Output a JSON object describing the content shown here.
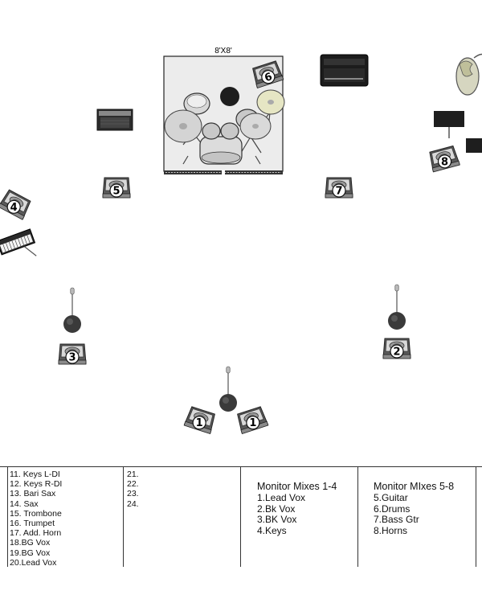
{
  "stage": {
    "riser_label": "8'X8'",
    "monitors": [
      {
        "id": "mon-1a",
        "number": "1"
      },
      {
        "id": "mon-1b",
        "number": "1"
      },
      {
        "id": "mon-2",
        "number": "2"
      },
      {
        "id": "mon-3",
        "number": "3"
      },
      {
        "id": "mon-4",
        "number": "4"
      },
      {
        "id": "mon-5",
        "number": "5"
      },
      {
        "id": "mon-6",
        "number": "6"
      },
      {
        "id": "mon-7",
        "number": "7"
      },
      {
        "id": "mon-8",
        "number": "8"
      }
    ]
  },
  "channels": {
    "col1": [
      "11. Keys L-DI",
      "12. Keys R-DI",
      "13. Bari Sax",
      "14. Sax",
      "15. Trombone",
      "16. Trumpet",
      "17. Add. Horn",
      "18.BG Vox",
      "19.BG Vox",
      "20.Lead Vox"
    ],
    "col2": [
      "21.",
      "22.",
      "23.",
      "24."
    ]
  },
  "monitor_mixes_a": {
    "title": "Monitor Mixes 1-4",
    "items": [
      "1.Lead Vox",
      "2.Bk Vox",
      "3.BK Vox",
      "4.Keys"
    ]
  },
  "monitor_mixes_b": {
    "title": "Monitor MIxes 5-8",
    "items": [
      "5.Guitar",
      "6.Drums",
      "7.Bass Gtr",
      "8.Horns"
    ]
  }
}
